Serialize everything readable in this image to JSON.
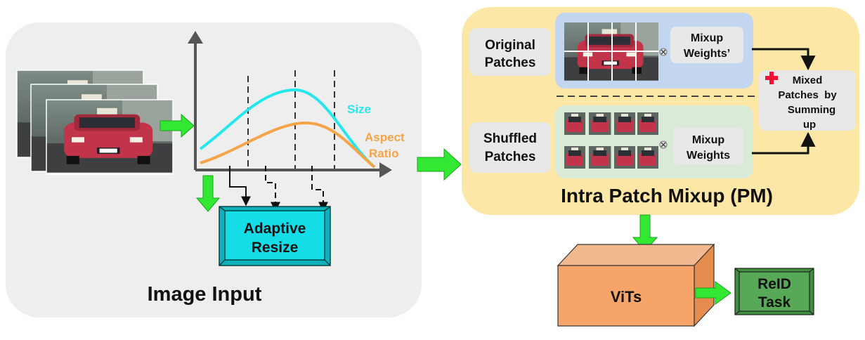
{
  "image_input": {
    "title": "Image Input",
    "curve_labels": {
      "size": "Size",
      "aspect_line1": "Aspect",
      "aspect_line2": "Ratio"
    },
    "adaptive_resize": {
      "line1": "Adaptive",
      "line2": "Resize"
    }
  },
  "patch_mixup": {
    "title": "Intra Patch Mixup (PM)",
    "original": {
      "line1": "Original",
      "line2": "Patches"
    },
    "shuffled": {
      "line1": "Shuffled",
      "line2": "Patches"
    },
    "mixup_weights_prime": {
      "line1": "Mixup",
      "line2": "Weights’"
    },
    "mixup_weights": {
      "line1": "Mixup",
      "line2": "Weights"
    },
    "mixed": {
      "line1": "Mixed",
      "line2": "Patches  by",
      "line3": "Summing",
      "line4": "up"
    }
  },
  "vits": {
    "label": "ViTs"
  },
  "reid": {
    "line1": "ReID",
    "line2": "Task"
  },
  "colors": {
    "left_panel": "#eeeeee",
    "right_panel": "#fde7a6",
    "original_band": "#c3d6f0",
    "shuffled_band": "#d9ead6",
    "adaptive_resize": "#14dde8",
    "vits_front": "#f6a46a",
    "reid": "#57a857",
    "green_arrow": "#33e833",
    "size_curve": "#24e8ee",
    "aspect_curve": "#f7a347",
    "plus": "#ee1133"
  },
  "icons": [
    "green-arrow-icon",
    "plus-icon",
    "multiply-icon",
    "car-image"
  ]
}
